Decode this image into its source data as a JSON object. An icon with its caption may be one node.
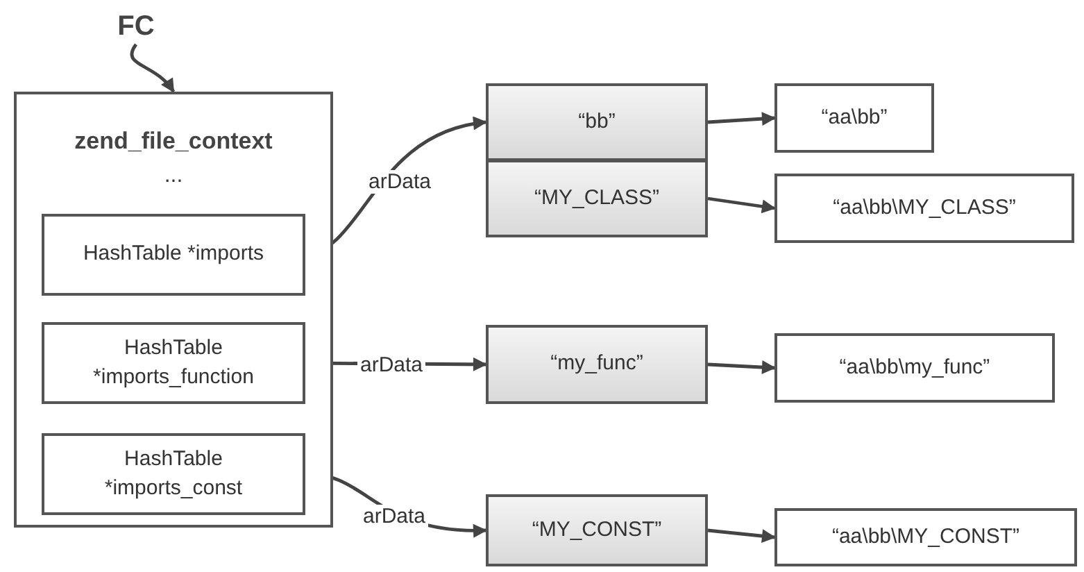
{
  "diagram": {
    "nodes": [
      {
        "text": [
          "FC"
        ]
      },
      {
        "text": [
          "zend_file_context",
          "..."
        ]
      },
      {
        "text": [
          "HashTable *imports"
        ],
        "in": 1
      },
      {
        "text": [
          "HashTable *imports_function"
        ],
        "in": 1
      },
      {
        "text": [
          "HashTable *imports_const"
        ],
        "in": 1
      },
      {
        "text": [
          "“bb”"
        ]
      },
      {
        "text": [
          "“MY_CLASS”"
        ]
      },
      {
        "text": [
          "“aa\\bb”"
        ]
      },
      {
        "text": [
          "“aa\\bb\\MY_CLASS”"
        ]
      },
      {
        "text": [
          "“my_func”"
        ]
      },
      {
        "text": [
          "“aa\\bb\\my_func”"
        ]
      },
      {
        "text": [
          "“MY_CONST”"
        ]
      },
      {
        "text": [
          "“aa\\bb\\MY_CONST”"
        ]
      }
    ],
    "edges": [
      {
        "from": 0,
        "to": 1,
        "arrow": "to"
      },
      {
        "from": 2,
        "to": 5,
        "arrow": "to",
        "label": "arData"
      },
      {
        "from": 5,
        "to": 7,
        "arrow": "to"
      },
      {
        "from": 6,
        "to": 8,
        "arrow": "to"
      },
      {
        "from": 3,
        "to": 9,
        "arrow": "to",
        "label": "arData"
      },
      {
        "from": 9,
        "to": 10,
        "arrow": "to"
      },
      {
        "from": 4,
        "to": 11,
        "arrow": "to",
        "label": "arData"
      },
      {
        "from": 11,
        "to": 12,
        "arrow": "to"
      }
    ]
  }
}
